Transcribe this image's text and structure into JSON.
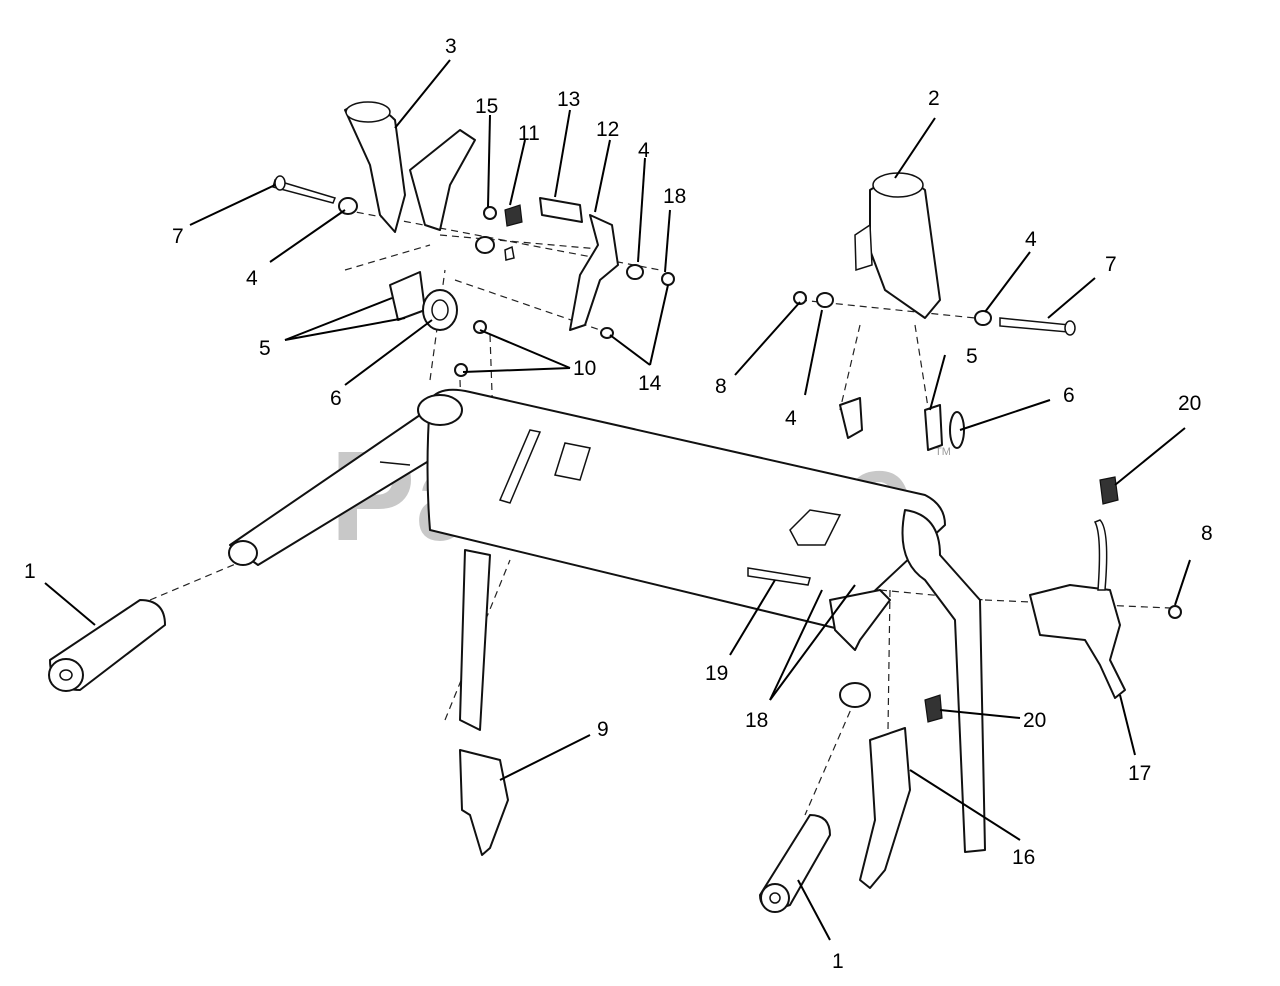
{
  "watermark": {
    "text": "PartsTree",
    "trademark": "TM"
  },
  "callouts": {
    "c1a": "1",
    "c1b": "1",
    "c2": "2",
    "c3": "3",
    "c4a": "4",
    "c4b": "4",
    "c4c": "4",
    "c4d": "4",
    "c5a": "5",
    "c5b": "5",
    "c6a": "6",
    "c6b": "6",
    "c7a": "7",
    "c7b": "7",
    "c8a": "8",
    "c8b": "8",
    "c9": "9",
    "c10": "10",
    "c11": "11",
    "c12": "12",
    "c13": "13",
    "c14": "14",
    "c15": "15",
    "c16": "16",
    "c17": "17",
    "c18a": "18",
    "c18b": "18",
    "c19": "19",
    "c20a": "20",
    "c20b": "20"
  },
  "colors": {
    "line": "#111111",
    "watermark": "#9a9a9a",
    "background": "#ffffff"
  }
}
